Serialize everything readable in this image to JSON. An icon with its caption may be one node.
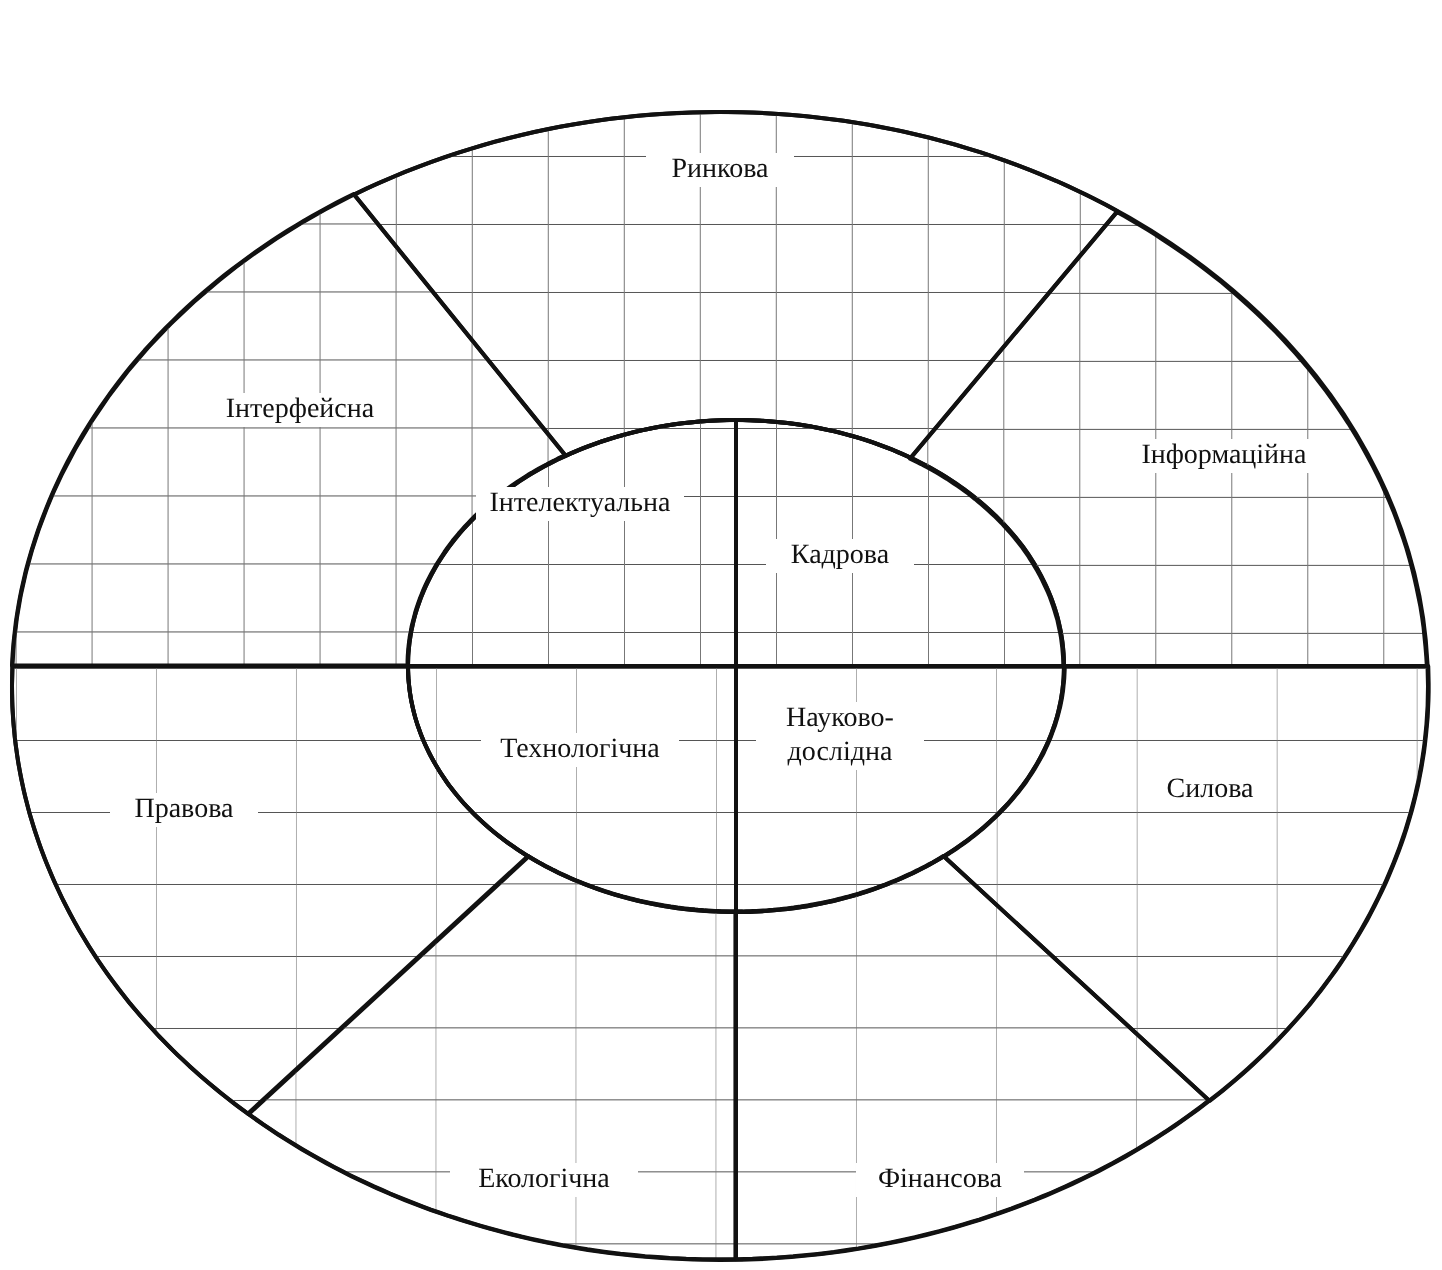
{
  "diagram": {
    "nodes": [
      {
        "text": [],
        "shape": "ellipse"
      },
      {
        "text": [
          "Ринкова"
        ],
        "in": 0
      },
      {
        "text": [
          "Інтерфейсна"
        ],
        "in": 0
      },
      {
        "text": [],
        "shape": "ellipse",
        "in": 0
      },
      {
        "text": [
          "Інтелектуальна"
        ],
        "in": 3
      },
      {
        "text": [
          "Кадрова"
        ],
        "in": 3
      },
      {
        "text": [
          "Інформаційна"
        ],
        "in": 0
      },
      {
        "text": [
          "Технологічна"
        ],
        "in": 3
      },
      {
        "text": [
          "Науково-дослідна"
        ],
        "in": 3
      },
      {
        "text": [
          "Правова"
        ],
        "in": 0
      },
      {
        "text": [
          "Силова"
        ],
        "in": 0
      },
      {
        "text": [
          "Екологічна"
        ],
        "in": 0
      },
      {
        "text": [
          "Фінансова"
        ],
        "in": 0
      }
    ],
    "edges": []
  }
}
